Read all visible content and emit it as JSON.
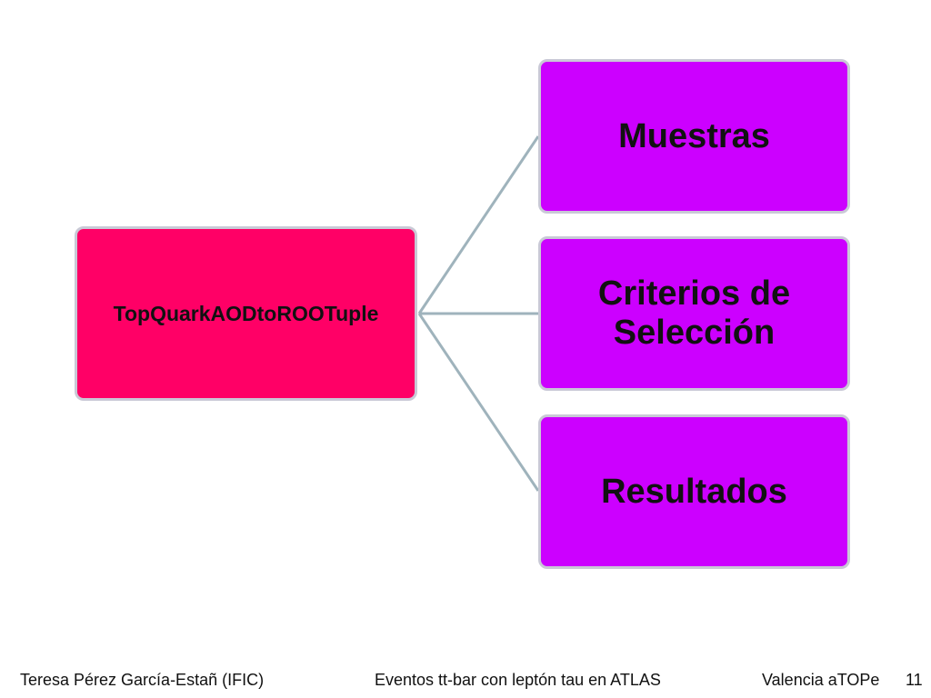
{
  "diagram": {
    "root": {
      "label": "TopQuarkAODtoROOTuple",
      "fill": "#ff0066"
    },
    "children": [
      {
        "label": "Muestras",
        "fill": "#cc00ff"
      },
      {
        "label": "Criterios de Selección",
        "fill": "#cc00ff"
      },
      {
        "label": "Resultados",
        "fill": "#cc00ff"
      }
    ],
    "connector_color": "#9fb3bc"
  },
  "footer": {
    "author": "Teresa Pérez García-Estañ (IFIC)",
    "title": "Eventos tt-bar con leptón tau en ATLAS",
    "venue": "Valencia aTOPe",
    "page": "11"
  }
}
